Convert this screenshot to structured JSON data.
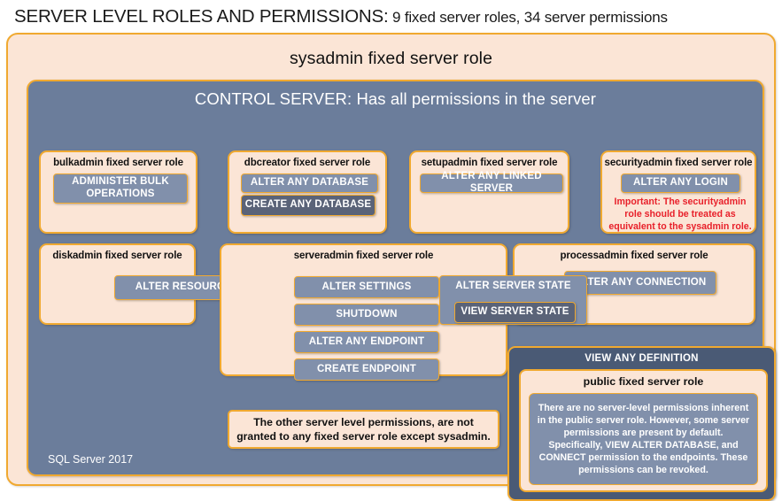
{
  "title": {
    "strong": "SERVER LEVEL ROLES AND PERMISSIONS:",
    "sub": " 9 fixed server roles, 34 server permissions"
  },
  "sysadmin": {
    "label": "sysadmin  fixed  server  role"
  },
  "control_server": {
    "label": "CONTROL SERVER: Has all permissions in the server"
  },
  "footer": {
    "version": "SQL Server 2017"
  },
  "roles": {
    "bulkadmin": {
      "title": "bulkadmin  fixed server role",
      "permissions": [
        "ADMINISTER  BULK OPERATIONS"
      ]
    },
    "dbcreator": {
      "title": "dbcreator fixed server role",
      "permissions": [
        "ALTER ANY DATABASE",
        "CREATE  ANY DATABASE"
      ]
    },
    "setupadmin": {
      "title": "setupadmin fixed server role",
      "permissions": [
        "ALTER ANY LINKED SERVER"
      ]
    },
    "securityadmin": {
      "title": "securityadmin  fixed server role",
      "permissions": [
        "ALTER ANY LOGIN"
      ],
      "note": "Important:  The securityadmin role should  be treated as equivalent to the sysadmin role."
    },
    "diskadmin": {
      "title": "diskadmin  fixed server role",
      "permissions": [
        "ALTER RESOURCES"
      ]
    },
    "serveradmin": {
      "title": "serveradmin fixed server role",
      "permissions": [
        "ALTER SETTINGS",
        "SHUTDOWN",
        "ALTER ANY ENDPOINT",
        "CREATE  ENDPOINT"
      ]
    },
    "processadmin": {
      "title": "processadmin fixed server role",
      "permissions": [
        "ALTER ANY CONNECTION"
      ]
    },
    "shared": {
      "alter_server_state": "ALTER SERVER STATE",
      "view_server_state": "VIEW SERVER STATE"
    },
    "public": {
      "view_any_definition": "VIEW ANY DEFINITION",
      "title": "public  fixed server role",
      "description": "There are no server-level permissions inherent in the public server role. However, some server permissions are present by default. Specifically, VIEW ALTER DATABASE, and CONNECT permission to the endpoints. These permissions can be revoked."
    }
  },
  "notes": {
    "other_permissions": "The other server level permissions,  are not granted to any fixed server role except sysadmin."
  },
  "colors": {
    "cream": "#fbe5d6",
    "orange_border": "#f0a930",
    "slate_panel": "#6b7d9b",
    "slate_dark_panel": "#4a5a75",
    "chip": "#8190ab",
    "chip_dark": "#5a6378",
    "warning_red": "#e8202a"
  }
}
